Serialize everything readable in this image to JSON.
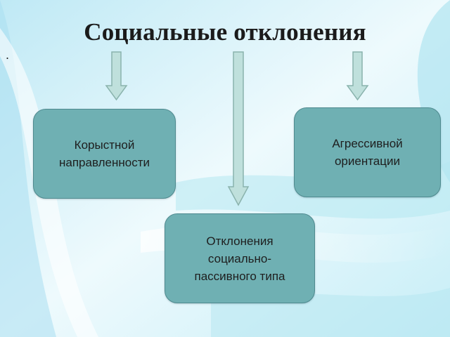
{
  "title": "Социальные отклонения",
  "marker": ".",
  "boxes": {
    "left": [
      "Корыстной",
      "направленности"
    ],
    "right": [
      "Агрессивной",
      "ориентации"
    ],
    "bottom": [
      "Отклонения",
      "социально-",
      "пассивного типа"
    ]
  },
  "colors": {
    "box_fill": "#6fb0b3",
    "box_border": "#4f8a8f",
    "arrow_fill": "#bfe0dc",
    "arrow_stroke": "#8ab3ad",
    "title": "#1b1b1b"
  }
}
